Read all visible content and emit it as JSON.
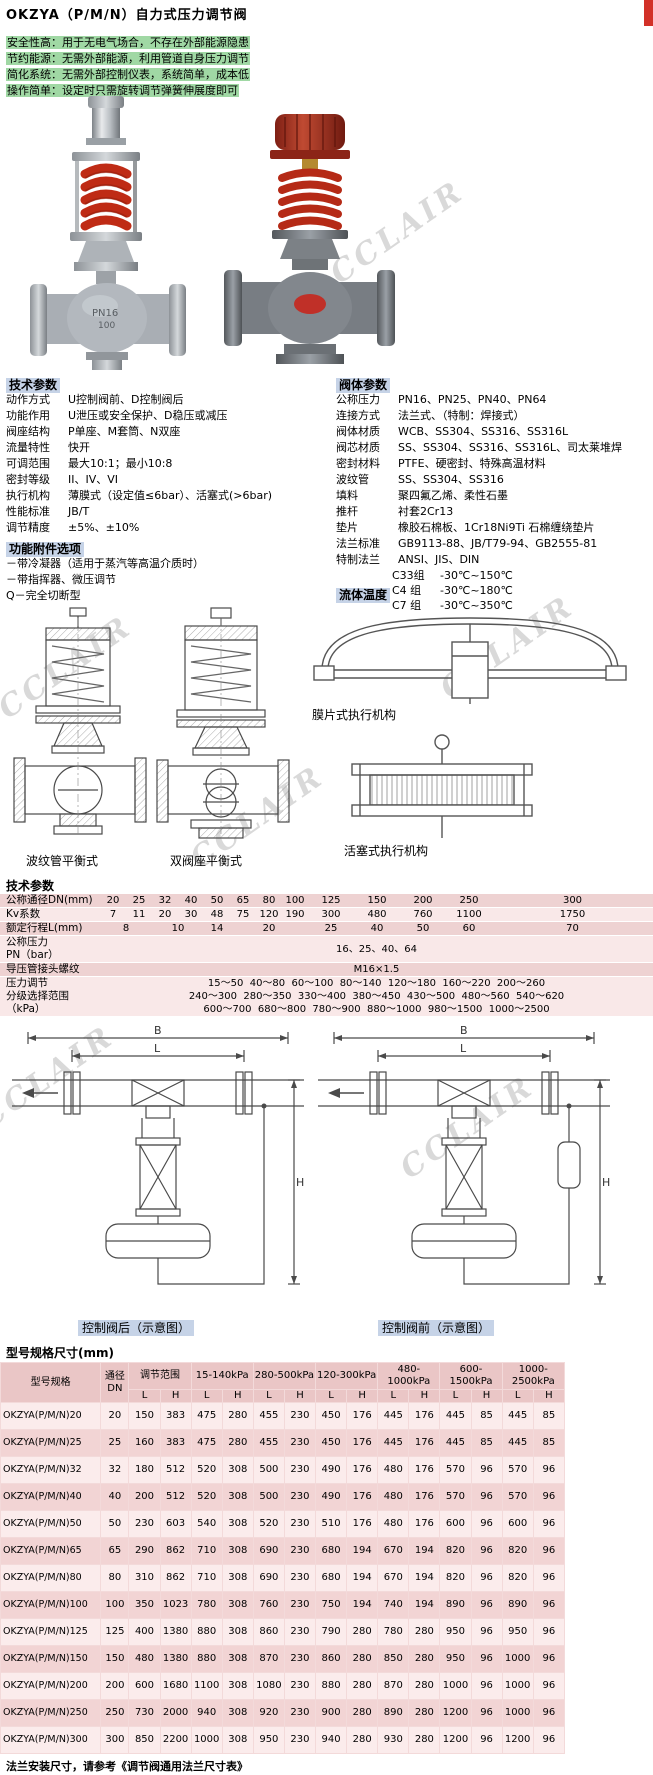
{
  "page": {
    "title": "OKZYA（P/M/N）自力式压力调节阀",
    "watermark": "CCLAIR",
    "footer_note": "法兰安装尺寸，请参考《调节阀通用法兰尺寸表》"
  },
  "features": [
    "安全性高：用于无电气场合，不存在外部能源隐患",
    "节约能源：无需外部能源，利用管道自身压力调节",
    "简化系统：无需外部控制仪表，系统简单，成本低",
    "操作简单：设定时只需旋转调节弹簧伸展度即可"
  ],
  "photos": {
    "left_mark1": "PN16",
    "left_mark2": "100"
  },
  "tech_params": {
    "heading": "技术参数",
    "rows": [
      {
        "label": "动作方式",
        "value": "U控制阀前、D控制阀后"
      },
      {
        "label": "功能作用",
        "value": "U泄压或安全保护、D稳压或减压"
      },
      {
        "label": "阀座结构",
        "value": "P单座、M套筒、N双座"
      },
      {
        "label": "流量特性",
        "value": "快开"
      },
      {
        "label": "可调范围",
        "value": "最大10:1；最小10:8"
      },
      {
        "label": "密封等级",
        "value": "II、IV、VI"
      },
      {
        "label": "执行机构",
        "value": "薄膜式（设定值≤6bar）、活塞式(>6bar)"
      },
      {
        "label": "性能标准",
        "value": "JB/T"
      },
      {
        "label": "调节精度",
        "value": "±5%、±10%"
      }
    ]
  },
  "body_params": {
    "heading": "阀体参数",
    "rows": [
      {
        "label": "公称压力",
        "value": "PN16、PN25、PN40、PN64"
      },
      {
        "label": "连接方式",
        "value": "法兰式、（特制：焊接式）"
      },
      {
        "label": "阀体材质",
        "value": "WCB、SS304、SS316、SS316L"
      },
      {
        "label": "阀芯材质",
        "value": "SS、SS304、SS316、SS316L、司太莱堆焊"
      },
      {
        "label": "密封材料",
        "value": "PTFE、硬密封、特殊高温材料"
      },
      {
        "label": "波纹管",
        "value": "SS、SS304、SS316"
      },
      {
        "label": "填料",
        "value": "聚四氟乙烯、柔性石墨"
      },
      {
        "label": "推杆",
        "value": "衬套2Cr13"
      },
      {
        "label": "垫片",
        "value": "橡胶石棉板、1Cr18Ni9Ti 石棉缠绕垫片"
      },
      {
        "label": "法兰标准",
        "value": "GB9113-88、JB/T79-94、GB2555-81"
      },
      {
        "label": "特制法兰",
        "value": "ANSI、JIS、DIN"
      }
    ]
  },
  "accessories": {
    "heading": "功能附件选项",
    "items": [
      "－带冷凝器（适用于蒸汽等高温介质时）",
      "－带指挥器、微压调节",
      "Q－完全切断型"
    ]
  },
  "fluid_temp": {
    "heading": "流体温度",
    "rows": [
      {
        "label": "C33组",
        "value": "-30℃~150℃"
      },
      {
        "label": "C4 组",
        "value": "-30℃~180℃"
      },
      {
        "label": "C7 组",
        "value": "-30℃~350℃"
      }
    ]
  },
  "drawings": {
    "caption_bellows": "波纹管平衡式",
    "caption_double_seat": "双阀座平衡式",
    "caption_diaphragm": "膜片式执行机构",
    "caption_piston": "活塞式执行机构"
  },
  "spec_table": {
    "heading": "技术参数",
    "rows": {
      "dn": {
        "label": "公称通径DN(mm)",
        "values": [
          "20",
          "25",
          "32",
          "40",
          "50",
          "65",
          "80",
          "100",
          "125",
          "150",
          "200",
          "250",
          "300"
        ]
      },
      "kv": {
        "label": "Kv系数",
        "values": [
          "7",
          "11",
          "20",
          "30",
          "48",
          "75",
          "120",
          "190",
          "300",
          "480",
          "760",
          "1100",
          "1750"
        ]
      },
      "stroke": {
        "label": "额定行程L(mm)",
        "cells": [
          {
            "v": "8",
            "span": 2
          },
          {
            "v": "10",
            "span": 2
          },
          {
            "v": "14",
            "span": 1
          },
          {
            "v": "20",
            "span": 3
          },
          {
            "v": "25",
            "span": 1
          },
          {
            "v": "40",
            "span": 1
          },
          {
            "v": "50",
            "span": 1
          },
          {
            "v": "60",
            "span": 1
          },
          {
            "v": "70",
            "span": 1
          }
        ]
      },
      "pn": {
        "label": [
          "公称压力",
          "PN（bar）"
        ],
        "value": "16、25、40、64"
      },
      "thread": {
        "label": "导压管接头螺纹",
        "value": "M16×1.5"
      },
      "range": {
        "label": [
          "压力调节",
          "分级选择范围",
          "（kPa）"
        ],
        "lines": [
          "15～50  40～80  60～100  80～140  120～180  160～220  200～260",
          "240～300  280～350  330～400  380～450  430～500  480～560  540～620",
          "600～700  680～800  780～900  880～1000  980～1500  1000～2500"
        ]
      }
    }
  },
  "schematics": {
    "caption_after": "控制阀后（示意图）",
    "caption_before": "控制阀前（示意图）",
    "dim_b": "B",
    "dim_l": "L",
    "dim_h": "H"
  },
  "model_table": {
    "heading": "型号规格尺寸(mm)",
    "header": {
      "model": "型号规格",
      "dn": "通径\nDN",
      "groups": [
        "调节范围",
        "15-140kPa",
        "280-500kPa",
        "120-300kPa",
        "480-1000kPa",
        "600-1500kPa",
        "1000-2500kPa"
      ],
      "sub": [
        "L",
        "H"
      ]
    },
    "rows": [
      {
        "model": "OKZYA(P/M/N)20",
        "dn": "20",
        "dims": [
          "150",
          "383",
          "475",
          "280",
          "455",
          "230",
          "450",
          "176",
          "445",
          "176",
          "445",
          "85",
          "445",
          "85"
        ]
      },
      {
        "model": "OKZYA(P/M/N)25",
        "dn": "25",
        "dims": [
          "160",
          "383",
          "475",
          "280",
          "455",
          "230",
          "450",
          "176",
          "445",
          "176",
          "445",
          "85",
          "445",
          "85"
        ]
      },
      {
        "model": "OKZYA(P/M/N)32",
        "dn": "32",
        "dims": [
          "180",
          "512",
          "520",
          "308",
          "500",
          "230",
          "490",
          "176",
          "480",
          "176",
          "570",
          "96",
          "570",
          "96"
        ]
      },
      {
        "model": "OKZYA(P/M/N)40",
        "dn": "40",
        "dims": [
          "200",
          "512",
          "520",
          "308",
          "500",
          "230",
          "490",
          "176",
          "480",
          "176",
          "570",
          "96",
          "570",
          "96"
        ]
      },
      {
        "model": "OKZYA(P/M/N)50",
        "dn": "50",
        "dims": [
          "230",
          "603",
          "540",
          "308",
          "520",
          "230",
          "510",
          "176",
          "480",
          "176",
          "600",
          "96",
          "600",
          "96"
        ]
      },
      {
        "model": "OKZYA(P/M/N)65",
        "dn": "65",
        "dims": [
          "290",
          "862",
          "710",
          "308",
          "690",
          "230",
          "680",
          "194",
          "670",
          "194",
          "820",
          "96",
          "820",
          "96"
        ]
      },
      {
        "model": "OKZYA(P/M/N)80",
        "dn": "80",
        "dims": [
          "310",
          "862",
          "710",
          "308",
          "690",
          "230",
          "680",
          "194",
          "670",
          "194",
          "820",
          "96",
          "820",
          "96"
        ]
      },
      {
        "model": "OKZYA(P/M/N)100",
        "dn": "100",
        "dims": [
          "350",
          "1023",
          "780",
          "308",
          "760",
          "230",
          "750",
          "194",
          "740",
          "194",
          "890",
          "96",
          "890",
          "96"
        ]
      },
      {
        "model": "OKZYA(P/M/N)125",
        "dn": "125",
        "dims": [
          "400",
          "1380",
          "880",
          "308",
          "860",
          "230",
          "790",
          "280",
          "780",
          "280",
          "950",
          "96",
          "950",
          "96"
        ]
      },
      {
        "model": "OKZYA(P/M/N)150",
        "dn": "150",
        "dims": [
          "480",
          "1380",
          "880",
          "308",
          "870",
          "230",
          "860",
          "280",
          "850",
          "280",
          "950",
          "96",
          "1000",
          "96"
        ]
      },
      {
        "model": "OKZYA(P/M/N)200",
        "dn": "200",
        "dims": [
          "600",
          "1680",
          "1100",
          "308",
          "1080",
          "230",
          "880",
          "280",
          "870",
          "280",
          "1000",
          "96",
          "1000",
          "96"
        ]
      },
      {
        "model": "OKZYA(P/M/N)250",
        "dn": "250",
        "dims": [
          "730",
          "2000",
          "940",
          "308",
          "920",
          "230",
          "900",
          "280",
          "890",
          "280",
          "1200",
          "96",
          "1000",
          "96"
        ]
      },
      {
        "model": "OKZYA(P/M/N)300",
        "dn": "300",
        "dims": [
          "850",
          "2200",
          "1000",
          "308",
          "950",
          "230",
          "940",
          "280",
          "930",
          "280",
          "1200",
          "96",
          "1200",
          "96"
        ]
      }
    ]
  }
}
